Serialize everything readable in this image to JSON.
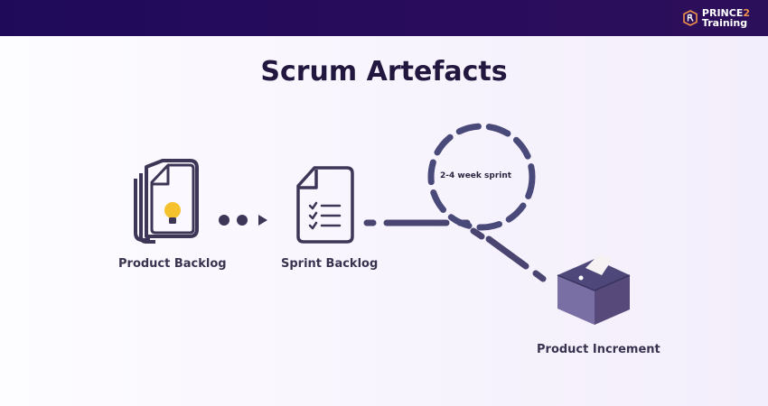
{
  "header": {
    "logo": {
      "line1_main": "PRINCE",
      "line1_accent": "2",
      "line2": "Training",
      "icon": "prince2-shield-icon"
    }
  },
  "title": "Scrum Artefacts",
  "artefacts": [
    {
      "label": "Product Backlog",
      "icon": "stacked-document-lightbulb-icon"
    },
    {
      "label": "Sprint Backlog",
      "icon": "checklist-document-icon"
    },
    {
      "label": "Product Increment",
      "icon": "box-icon"
    }
  ],
  "sprint": {
    "label": "2-4 week sprint"
  },
  "colors": {
    "header": "#230b5b",
    "accent": "#f0914a",
    "icon": "#3d3656",
    "bulb": "#f5c22d",
    "box": "#6b5f94"
  }
}
